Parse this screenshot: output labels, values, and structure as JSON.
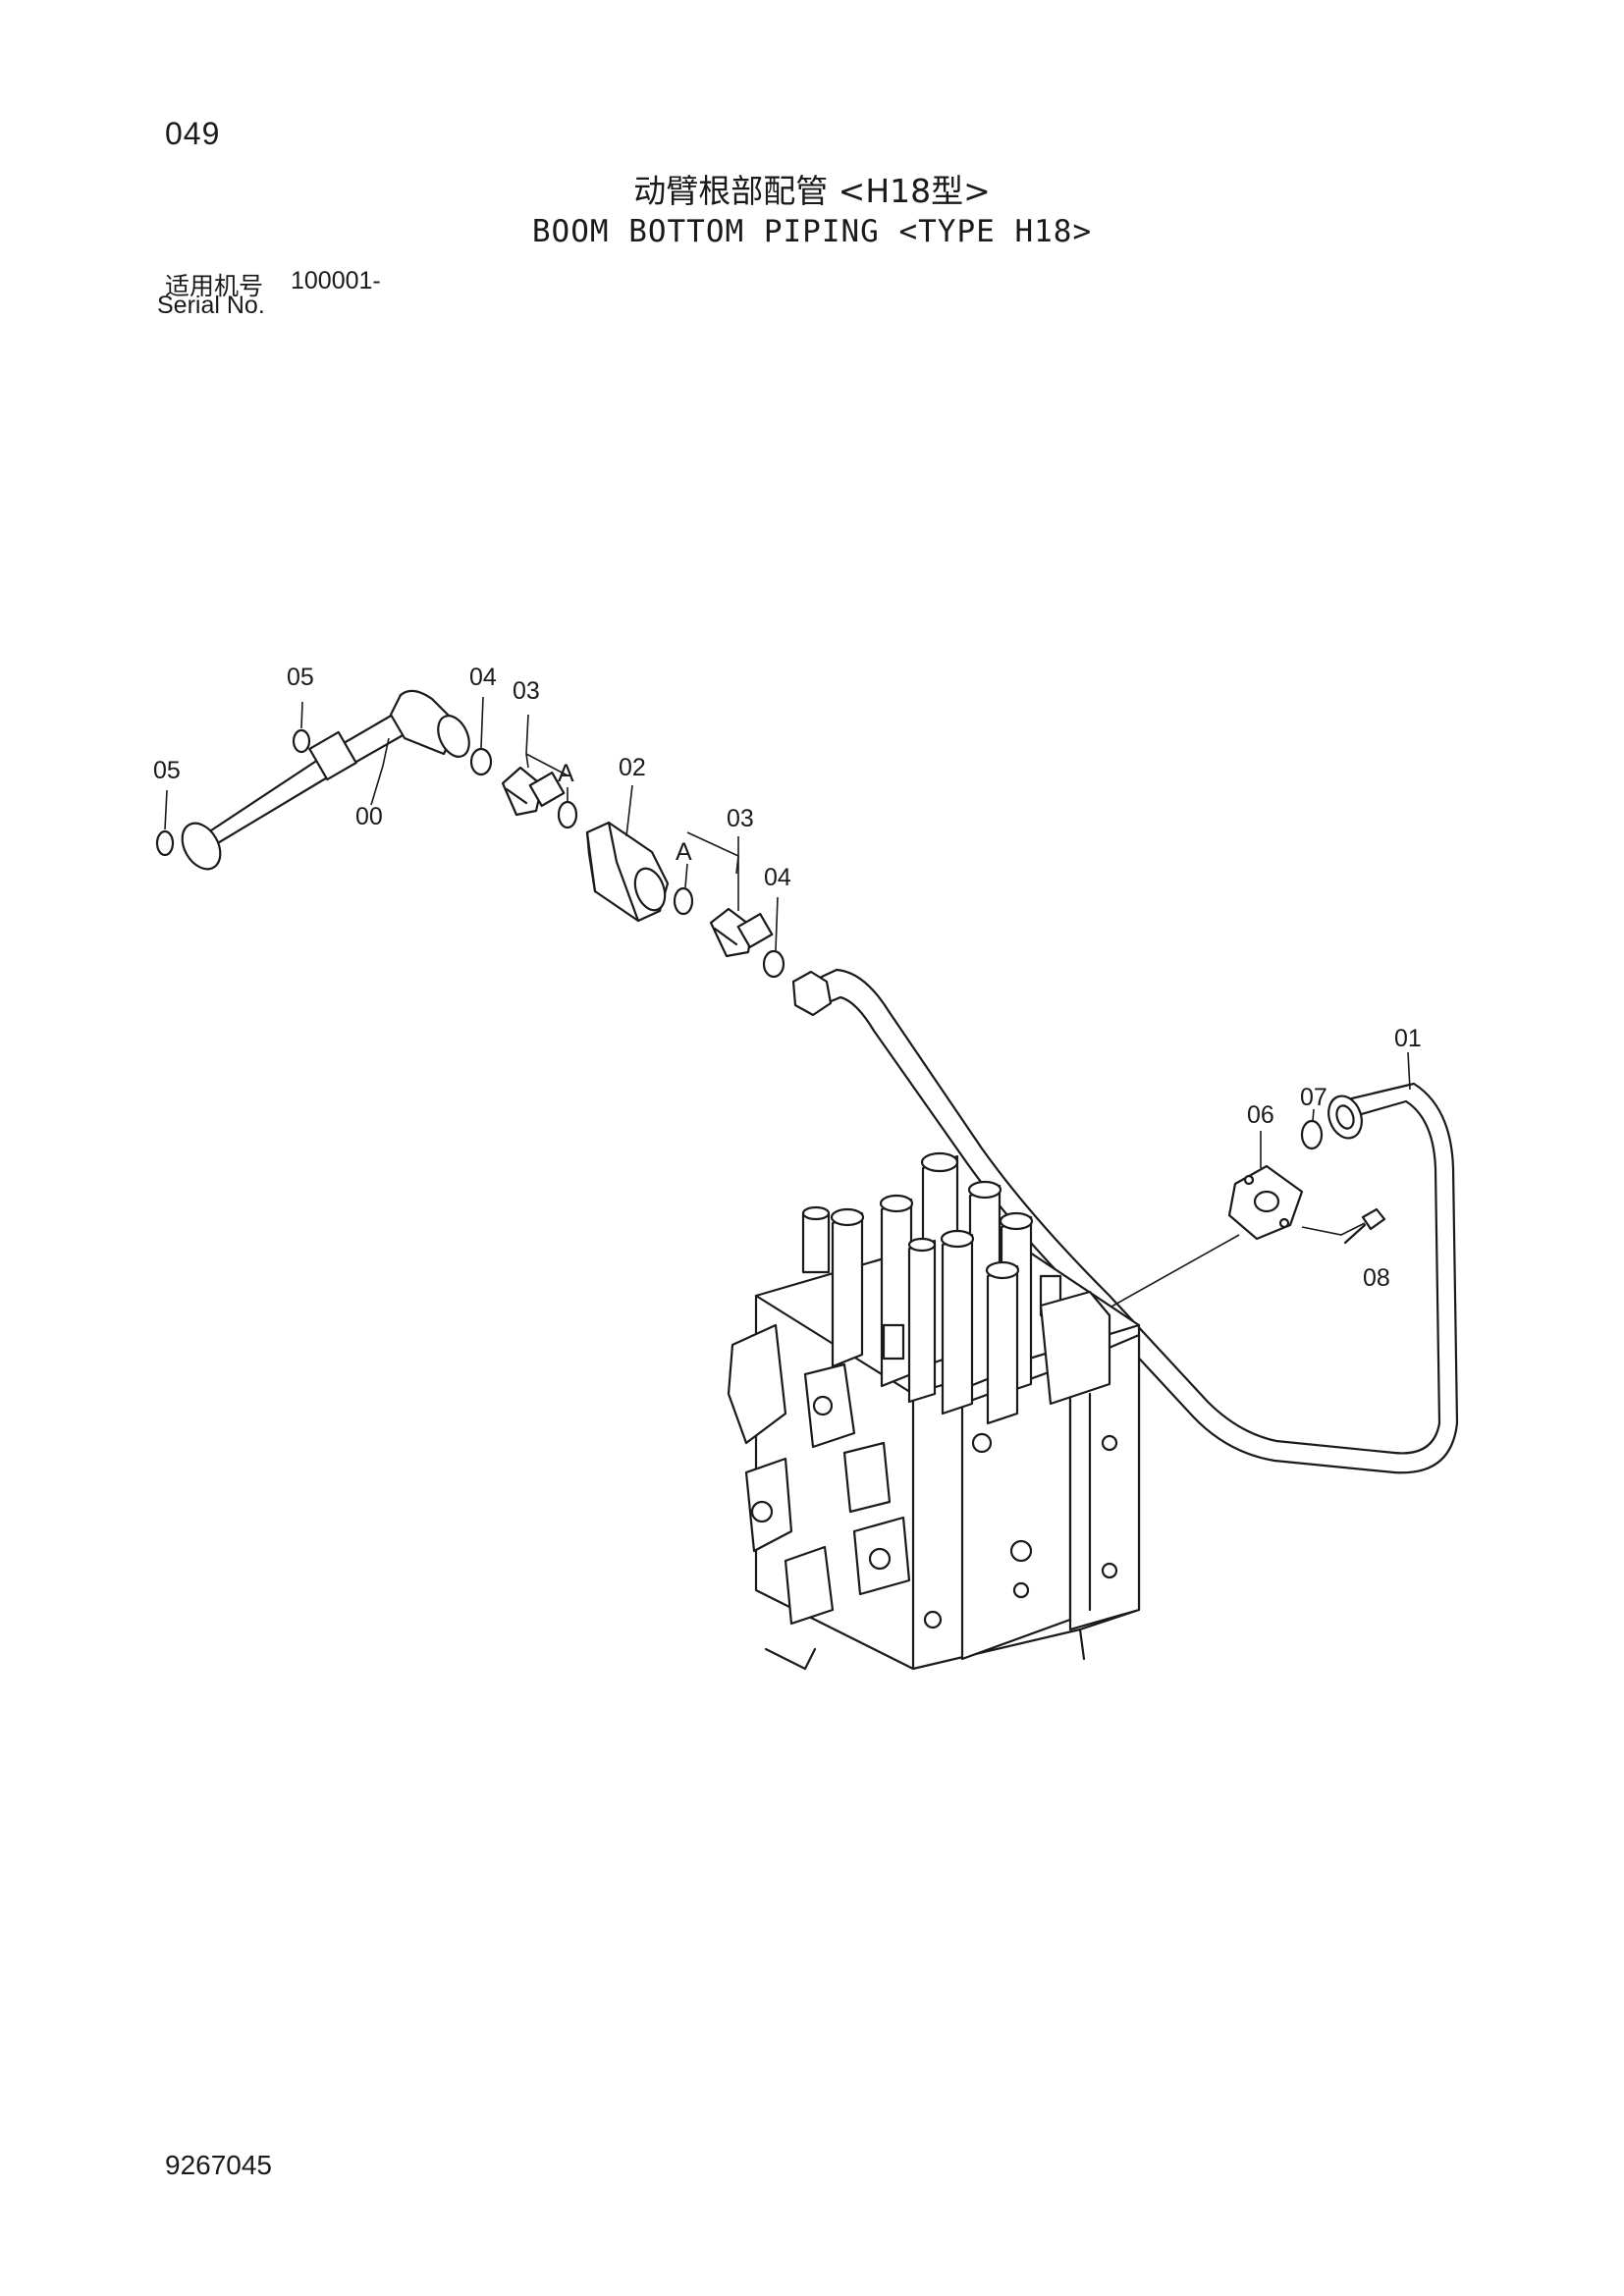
{
  "header": {
    "page_number": "049",
    "title_cn": "动臂根部配管 <H18型>",
    "title_en": "BOOM BOTTOM PIPING <TYPE H18>",
    "serial_label_cn": "适用机号",
    "serial_value": "100001-",
    "serial_label_en": "Serial No."
  },
  "footer": {
    "document_number": "9267045"
  },
  "callouts": {
    "c00": "00",
    "c01": "01",
    "c02": "02",
    "c03_top": "03",
    "c03_mid": "03",
    "c04_top": "04",
    "c04_mid": "04",
    "c05_top": "05",
    "c05_left": "05",
    "c06": "06",
    "c07": "07",
    "c08": "08",
    "a_top": "A",
    "a_mid": "A"
  }
}
